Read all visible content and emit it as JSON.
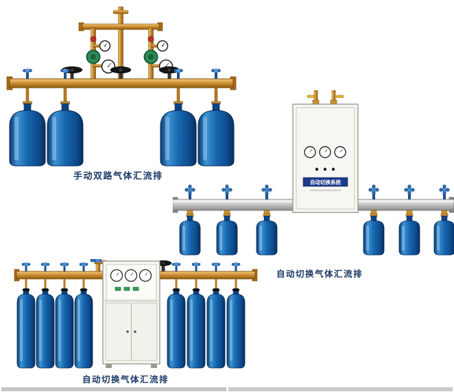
{
  "page": {
    "background": "#ffffff"
  },
  "products": [
    {
      "name": "manual-dual-row-gas-manifold",
      "caption": "手动双路气体汇流排"
    },
    {
      "name": "auto-switch-gas-manifold-wall",
      "caption": "自动切换气体汇流排",
      "cabinet_label": "自动切换系统"
    },
    {
      "name": "auto-switch-gas-manifold-floor",
      "caption": "自动切换气体汇流排"
    }
  ],
  "colors": {
    "brass": "#cf9136",
    "cylinder_blue": "#1767b0",
    "caption_text": "#1b3866",
    "cabinet_label_bg": "#1e3a8a",
    "rail_gray": "#b9b9b9",
    "regulator_green": "#2e8b57"
  }
}
